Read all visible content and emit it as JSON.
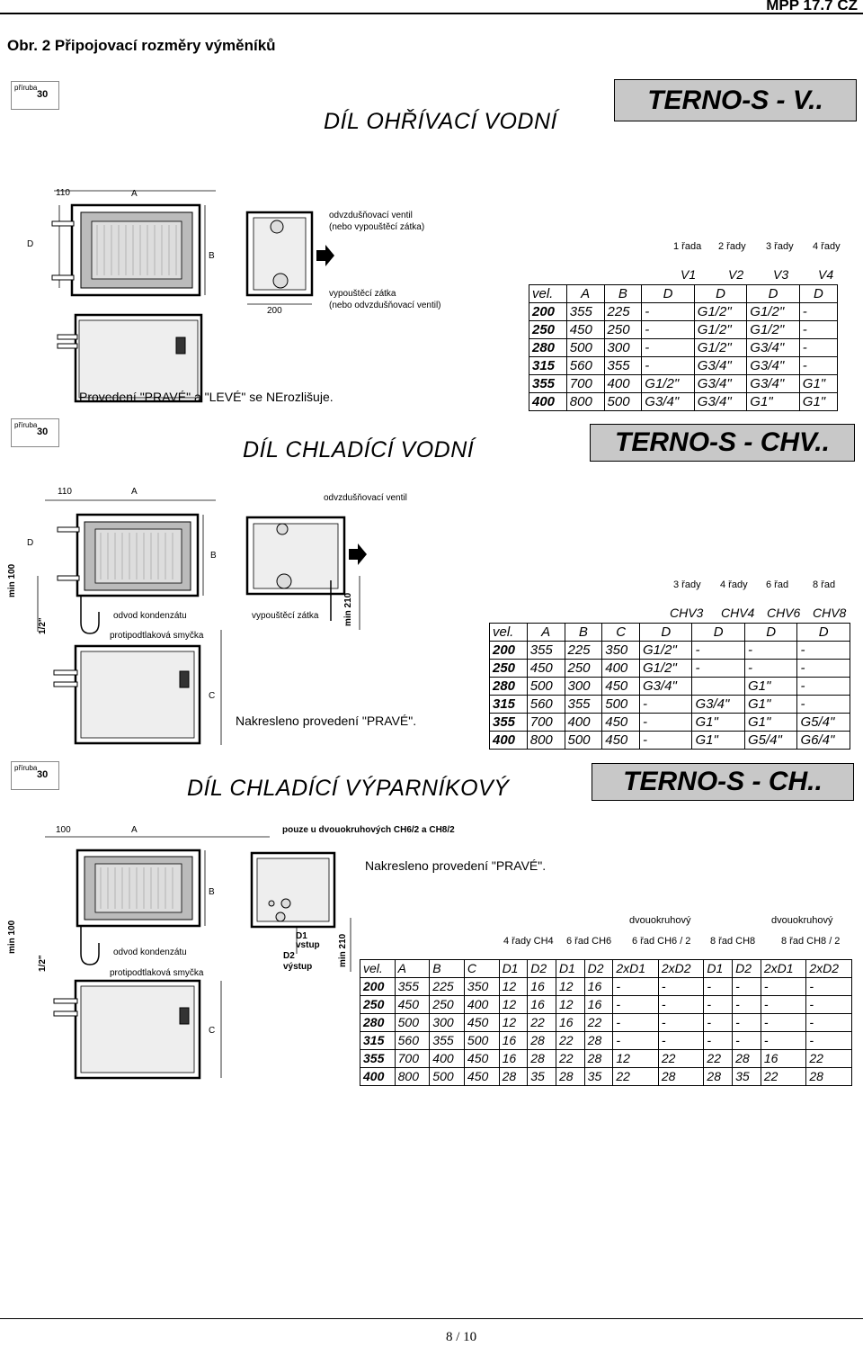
{
  "header": {
    "code": "MPP 17.7 CZ",
    "figure_title": "Obr. 2 Připojovací rozměry výměníků"
  },
  "flange": {
    "label": "příruba",
    "value": "30"
  },
  "section1": {
    "title": "DÍL  OHŘÍVACÍ  VODNÍ",
    "model": "TERNO-S - V..",
    "dim_110": "110",
    "dim_A": "A",
    "dim_D": "D",
    "dim_B": "B",
    "dim_200": "200",
    "vent_label_1": "odvzdušňovací ventil",
    "vent_label_2": "(nebo vypouštěcí zátka)",
    "drain_label_1": "vypouštěcí zátka",
    "drain_label_2": "(nebo odvzdušňovací ventil)",
    "note": "Provedení \"PRAVÉ\" a \"LEVÉ\" se NErozlišuje.",
    "table": {
      "group_headers": [
        "1 řada",
        "2 řady",
        "3 řady",
        "4 řady"
      ],
      "code_headers": [
        "V1",
        "V2",
        "V3",
        "V4"
      ],
      "col_headers": [
        "vel.",
        "A",
        "B",
        "D",
        "D",
        "D",
        "D"
      ],
      "rows": [
        [
          "200",
          "355",
          "225",
          "-",
          "G1/2\"",
          "G1/2\"",
          "-"
        ],
        [
          "250",
          "450",
          "250",
          "-",
          "G1/2\"",
          "G1/2\"",
          "-"
        ],
        [
          "280",
          "500",
          "300",
          "-",
          "G1/2\"",
          "G3/4\"",
          "-"
        ],
        [
          "315",
          "560",
          "355",
          "-",
          "G3/4\"",
          "G3/4\"",
          "-"
        ],
        [
          "355",
          "700",
          "400",
          "G1/2\"",
          "G3/4\"",
          "G3/4\"",
          "G1\""
        ],
        [
          "400",
          "800",
          "500",
          "G3/4\"",
          "G3/4\"",
          "G1\"",
          "G1\""
        ]
      ]
    }
  },
  "section2": {
    "title": "DÍL  CHLADÍCÍ  VODNÍ",
    "model": "TERNO-S - CHV..",
    "dim_110": "110",
    "dim_A": "A",
    "dim_D": "D",
    "dim_B": "B",
    "dim_C": "C",
    "dim_min100": "min 100",
    "dim_half": "1/2\"",
    "dim_min210": "min 210",
    "vent_label": "odvzdušňovací ventil",
    "drain_label": "vypouštěcí zátka",
    "condensate_label": "odvod  kondenzátu",
    "siphon_label": "protipodtlaková smyčka",
    "note": "Nakresleno provedení \"PRAVÉ\".",
    "table": {
      "group_headers": [
        "3 řady",
        "4 řady",
        "6 řad",
        "8 řad"
      ],
      "code_headers": [
        "CHV3",
        "CHV4",
        "CHV6",
        "CHV8"
      ],
      "col_headers": [
        "vel.",
        "A",
        "B",
        "C",
        "D",
        "D",
        "D",
        "D"
      ],
      "rows": [
        [
          "200",
          "355",
          "225",
          "350",
          "G1/2\"",
          "-",
          "-",
          "-"
        ],
        [
          "250",
          "450",
          "250",
          "400",
          "G1/2\"",
          "-",
          "-",
          "-"
        ],
        [
          "280",
          "500",
          "300",
          "450",
          "G3/4\"",
          "",
          "G1\"",
          "-"
        ],
        [
          "315",
          "560",
          "355",
          "500",
          "-",
          "G3/4\"",
          "G1\"",
          "-"
        ],
        [
          "355",
          "700",
          "400",
          "450",
          "-",
          "G1\"",
          "G1\"",
          "G5/4\""
        ],
        [
          "400",
          "800",
          "500",
          "450",
          "-",
          "G1\"",
          "G5/4\"",
          "G6/4\""
        ]
      ]
    }
  },
  "section3": {
    "title": "DÍL  CHLADÍCÍ  VÝPARNÍKOVÝ",
    "model": "TERNO-S - CH..",
    "dim_100": "100",
    "dim_A": "A",
    "dim_B": "B",
    "dim_C": "C",
    "dim_min100": "min 100",
    "dim_half": "1/2\"",
    "dim_min210": "min 210",
    "only_label": "pouze u dvouokruhových CH6/2  a CH8/2",
    "note": "Nakresleno provedení \"PRAVÉ\".",
    "d1_label": "D1",
    "d1_sub": "vstup",
    "d2_label": "D2",
    "d2_sub": "výstup",
    "condensate_label": "odvod  kondenzátu",
    "siphon_label": "protipodtlaková smyčka",
    "table": {
      "dual_label_1": "dvouokruhový",
      "dual_label_2": "dvouokruhový",
      "group_headers": [
        "4 řady CH4",
        "6 řad CH6",
        "6 řad CH6 / 2",
        "8 řad CH8",
        "8 řad CH8 / 2"
      ],
      "col_headers": [
        "vel.",
        "A",
        "B",
        "C",
        "D1",
        "D2",
        "D1",
        "D2",
        "2xD1",
        "2xD2",
        "D1",
        "D2",
        "2xD1",
        "2xD2"
      ],
      "rows": [
        [
          "200",
          "355",
          "225",
          "350",
          "12",
          "16",
          "12",
          "16",
          "-",
          "-",
          "-",
          "-",
          "-",
          "-"
        ],
        [
          "250",
          "450",
          "250",
          "400",
          "12",
          "16",
          "12",
          "16",
          "-",
          "-",
          "-",
          "-",
          "-",
          "-"
        ],
        [
          "280",
          "500",
          "300",
          "450",
          "12",
          "22",
          "16",
          "22",
          "-",
          "-",
          "-",
          "-",
          "-",
          "-"
        ],
        [
          "315",
          "560",
          "355",
          "500",
          "16",
          "28",
          "22",
          "28",
          "-",
          "-",
          "-",
          "-",
          "-",
          "-"
        ],
        [
          "355",
          "700",
          "400",
          "450",
          "16",
          "28",
          "22",
          "28",
          "12",
          "22",
          "22",
          "28",
          "16",
          "22"
        ],
        [
          "400",
          "800",
          "500",
          "450",
          "28",
          "35",
          "28",
          "35",
          "22",
          "28",
          "28",
          "35",
          "22",
          "28"
        ]
      ]
    }
  },
  "footer": {
    "page": "8 / 10"
  }
}
